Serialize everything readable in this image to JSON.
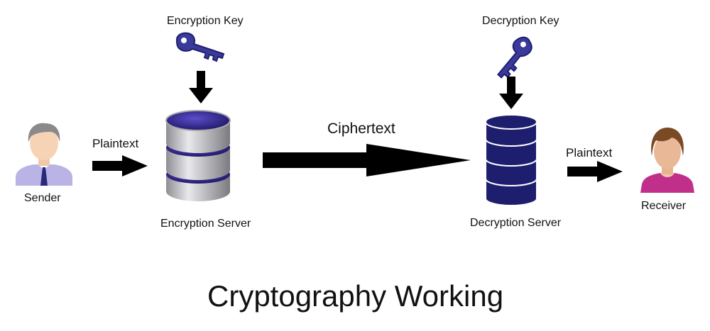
{
  "title": "Cryptography Working",
  "sender": {
    "label": "Sender"
  },
  "receiver": {
    "label": "Receiver"
  },
  "encryption_key": {
    "label": "Encryption Key",
    "icon": "key-icon"
  },
  "decryption_key": {
    "label": "Decryption Key",
    "icon": "key-icon"
  },
  "encryption_server": {
    "label": "Encryption Server",
    "icon": "database-server-icon"
  },
  "decryption_server": {
    "label": "Decryption Server",
    "icon": "database-server-icon"
  },
  "flows": {
    "plaintext_in": "Plaintext",
    "ciphertext": "Ciphertext",
    "plaintext_out": "Plaintext"
  },
  "colors": {
    "key": "#3a3a9a",
    "key_dark": "#1e1e6e",
    "server_silver": "#c4c4c8",
    "server_purple": "#3d2f9a",
    "decrypt_server": "#1e1e6e",
    "arrow": "#000000",
    "sender_shirt": "#b9b3e6",
    "receiver_shirt": "#c0308a"
  }
}
